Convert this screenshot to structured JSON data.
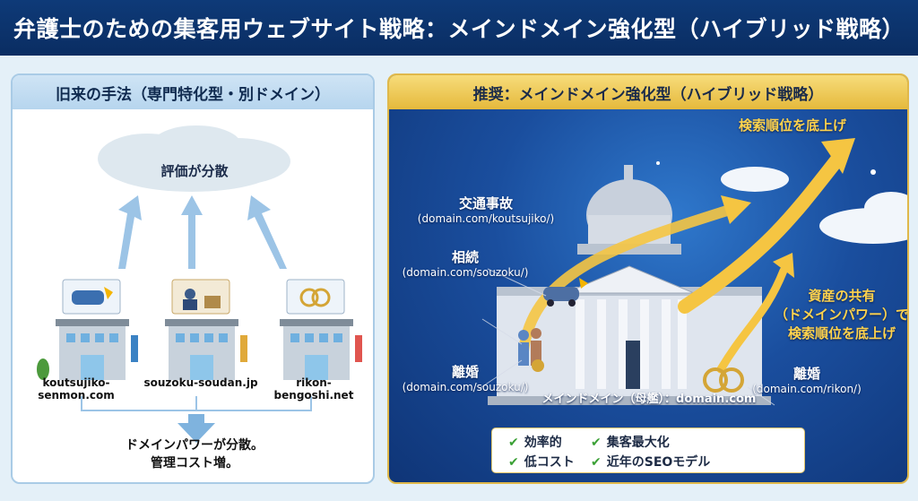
{
  "title": "弁護士のための集客用ウェブサイト戦略：メインドメイン強化型（ハイブリッド戦略）",
  "left": {
    "heading": "旧来の手法（専門特化型・別ドメイン）",
    "cloud_label": "評価が分散",
    "sites": [
      {
        "domain": "koutsujiko-senmon.com",
        "icon": "car-crash-icon",
        "accent": "#3b82c4"
      },
      {
        "domain": "souzoku-soudan.jp",
        "icon": "inheritance-icon",
        "accent": "#e0a93a"
      },
      {
        "domain": "rikon-bengoshi.net",
        "icon": "rings-icon",
        "accent": "#e0554f"
      }
    ],
    "conclusion_line1": "ドメインパワーが分散。",
    "conclusion_line2": "管理コスト増。"
  },
  "right": {
    "heading": "推奨：メインドメイン強化型（ハイブリッド戦略）",
    "top_arrow_label": "検索順位を底上げ",
    "categories": [
      {
        "label": "交通事故",
        "url": "(domain.com/koutsujiko/)"
      },
      {
        "label": "相続",
        "url": "(domain.com/souzoku/)"
      },
      {
        "label": "離婚",
        "url": "(domain.com/souzoku/)"
      },
      {
        "label": "離婚",
        "url": "(domain.com/rikon/)"
      }
    ],
    "share_line1": "資産の共有",
    "share_line2": "（ドメインパワー）で",
    "share_line3": "検索順位を底上げ",
    "main_domain": "メインドメイン（母艦）：domain.com",
    "benefits": [
      "効率的",
      "集客最大化",
      "低コスト",
      "近年のSEOモデル"
    ],
    "check_color": "#3aa035"
  }
}
